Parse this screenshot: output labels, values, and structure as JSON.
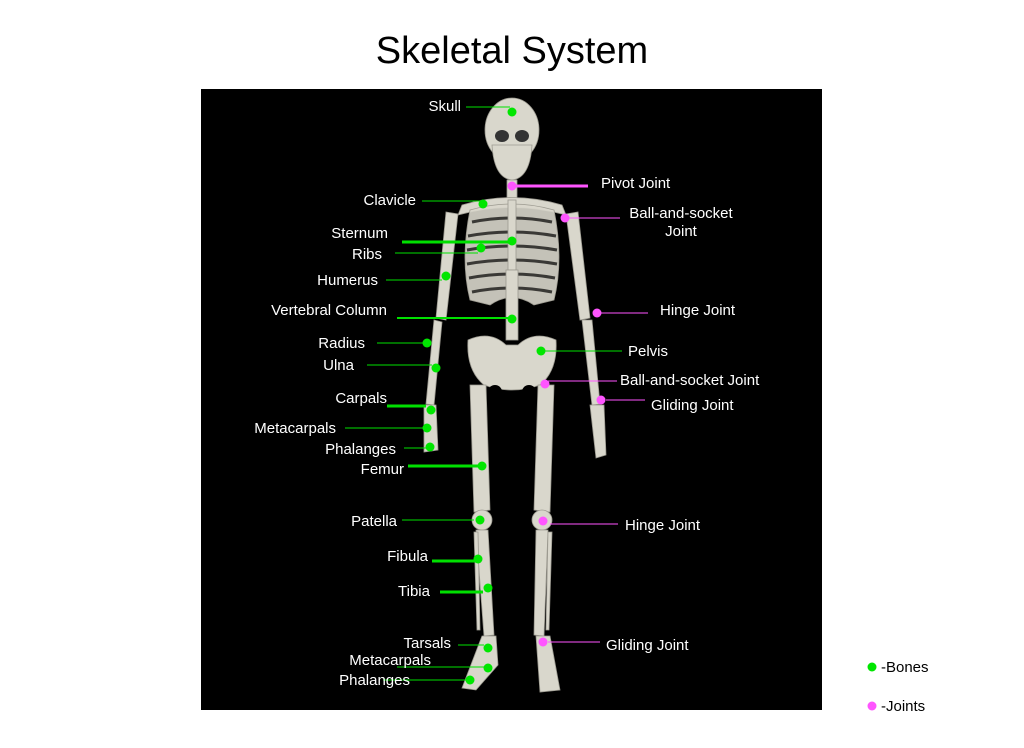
{
  "title": "Skeletal System",
  "colors": {
    "bones": "#00e600",
    "joints": "#ff55ff",
    "background": "#000000"
  },
  "labels": {
    "skull": "Skull",
    "pivot_joint": "Pivot Joint",
    "clavicle": "Clavicle",
    "shoulder_joint_line1": "Ball-and-socket",
    "shoulder_joint_line2": "Joint",
    "sternum": "Sternum",
    "ribs": "Ribs",
    "humerus": "Humerus",
    "vertebral_column": "Vertebral Column",
    "elbow_joint": "Hinge Joint",
    "radius": "Radius",
    "pelvis": "Pelvis",
    "ulna": "Ulna",
    "hip_joint": "Ball-and-socket Joint",
    "carpals": "Carpals",
    "wrist_joint": "Gliding Joint",
    "hand_metacarpals": "Metacarpals",
    "hand_phalanges": "Phalanges",
    "femur": "Femur",
    "patella": "Patella",
    "knee_joint": "Hinge Joint",
    "fibula": "Fibula",
    "tibia": "Tibia",
    "tarsals": "Tarsals",
    "ankle_joint": "Gliding Joint",
    "foot_metacarpals": "Metacarpals",
    "foot_phalanges": "Phalanges"
  },
  "legend": {
    "bones": "-Bones",
    "joints": "-Joints"
  }
}
